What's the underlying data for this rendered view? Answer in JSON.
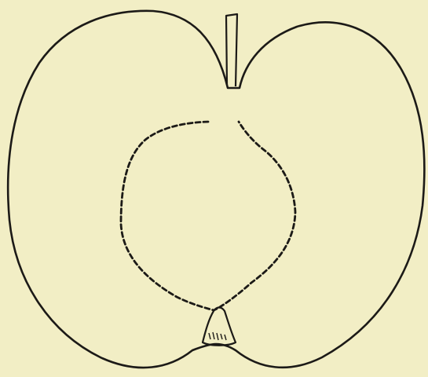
{
  "figure": {
    "subject": "apple-longitudinal-section",
    "background_color": "#f2eec5",
    "ink_color": "#1c1a17",
    "parts": {
      "outline": "skin-outline",
      "stem": "stem",
      "core_line": "core-boundary-dashed",
      "calyx": "calyx"
    }
  }
}
